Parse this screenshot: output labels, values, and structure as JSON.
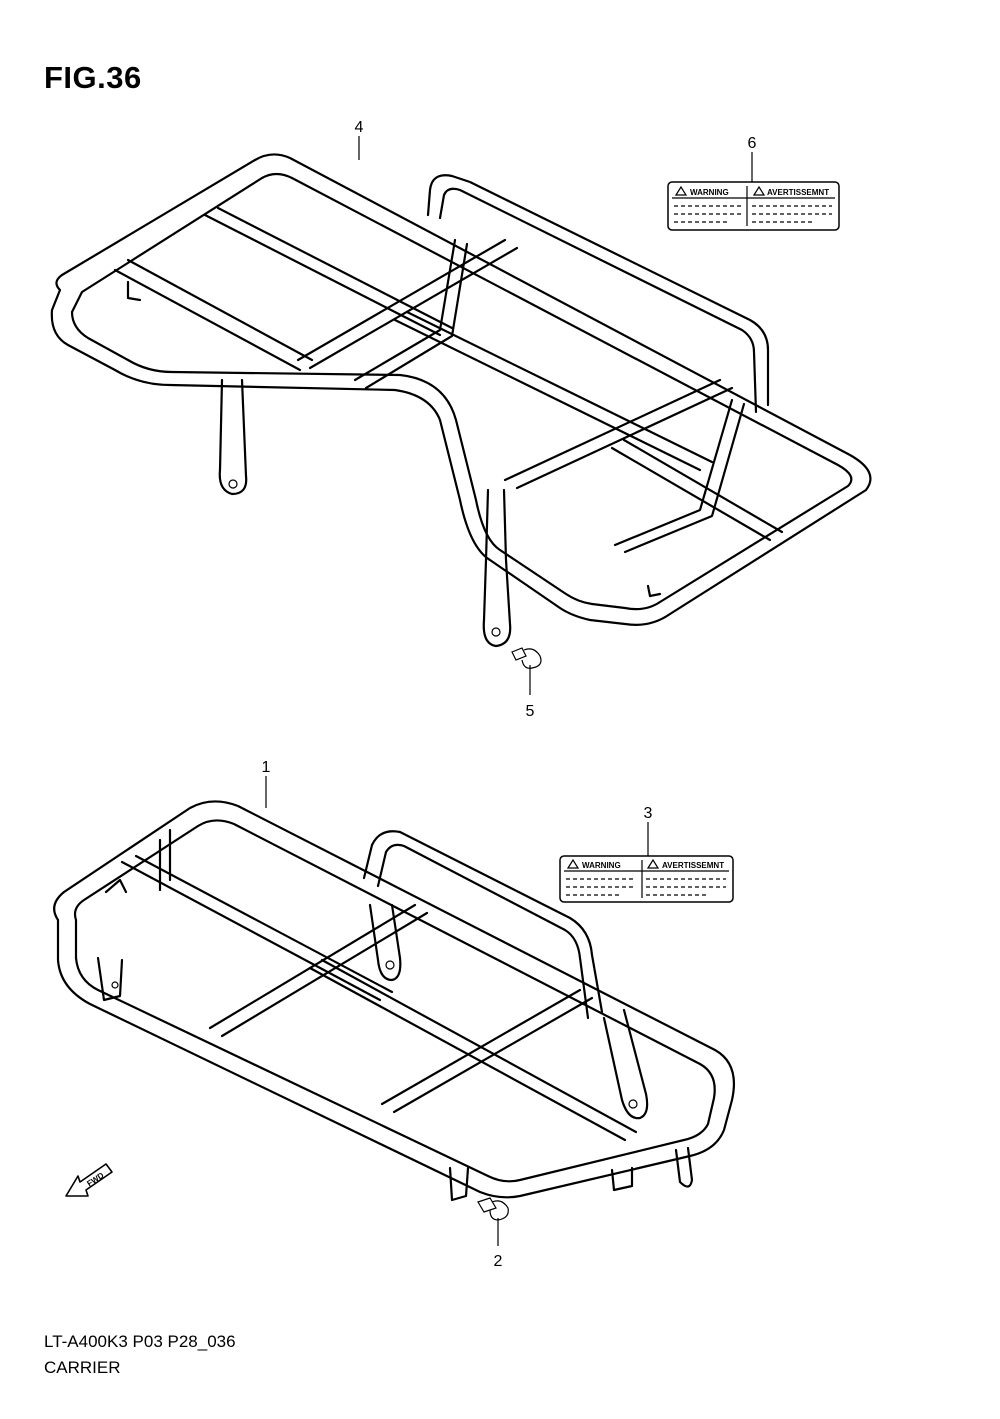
{
  "figure": {
    "title": "FIG.36"
  },
  "footer": {
    "code": "LT-A400K3 P03 P28_036",
    "name": "CARRIER"
  },
  "callouts": {
    "p1": "1",
    "p2": "2",
    "p3": "3",
    "p4": "4",
    "p5": "5",
    "p6": "6"
  },
  "labels": {
    "warning": "WARNING",
    "avertissement": "AVERTISSEMNT"
  },
  "direction_arrow": {
    "text": "FWD"
  }
}
